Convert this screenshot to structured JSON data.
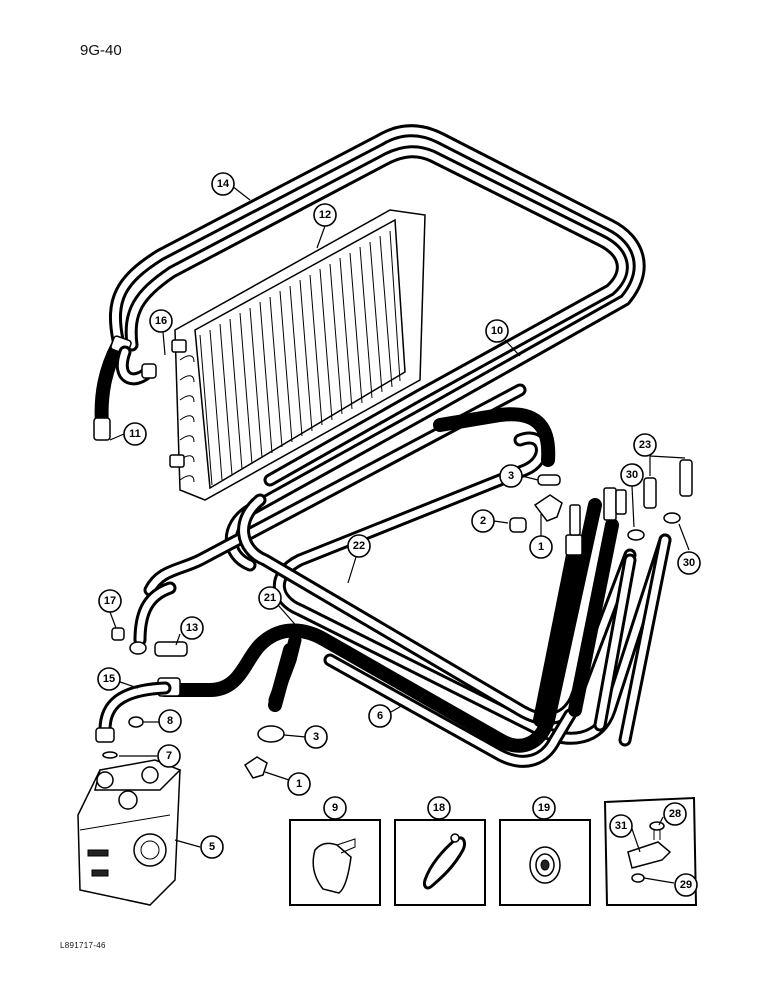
{
  "page": {
    "page_number": "9G-40",
    "figure_code": "L891717-46"
  },
  "callouts": [
    {
      "id": "c14",
      "label": "14"
    },
    {
      "id": "c12",
      "label": "12"
    },
    {
      "id": "c16",
      "label": "16"
    },
    {
      "id": "c11",
      "label": "11"
    },
    {
      "id": "c10",
      "label": "10"
    },
    {
      "id": "c23",
      "label": "23"
    },
    {
      "id": "c3a",
      "label": "3"
    },
    {
      "id": "c30a",
      "label": "30"
    },
    {
      "id": "c2",
      "label": "2"
    },
    {
      "id": "c1a",
      "label": "1"
    },
    {
      "id": "c22",
      "label": "22"
    },
    {
      "id": "c30b",
      "label": "30"
    },
    {
      "id": "c17",
      "label": "17"
    },
    {
      "id": "c13",
      "label": "13"
    },
    {
      "id": "c21",
      "label": "21"
    },
    {
      "id": "c15",
      "label": "15"
    },
    {
      "id": "c6",
      "label": "6"
    },
    {
      "id": "c8",
      "label": "8"
    },
    {
      "id": "c3b",
      "label": "3"
    },
    {
      "id": "c7",
      "label": "7"
    },
    {
      "id": "c1b",
      "label": "1"
    },
    {
      "id": "c5",
      "label": "5"
    },
    {
      "id": "c9",
      "label": "9"
    },
    {
      "id": "c18",
      "label": "18"
    },
    {
      "id": "c19",
      "label": "19"
    },
    {
      "id": "c28",
      "label": "28"
    },
    {
      "id": "c31",
      "label": "31"
    },
    {
      "id": "c29",
      "label": "29"
    }
  ]
}
